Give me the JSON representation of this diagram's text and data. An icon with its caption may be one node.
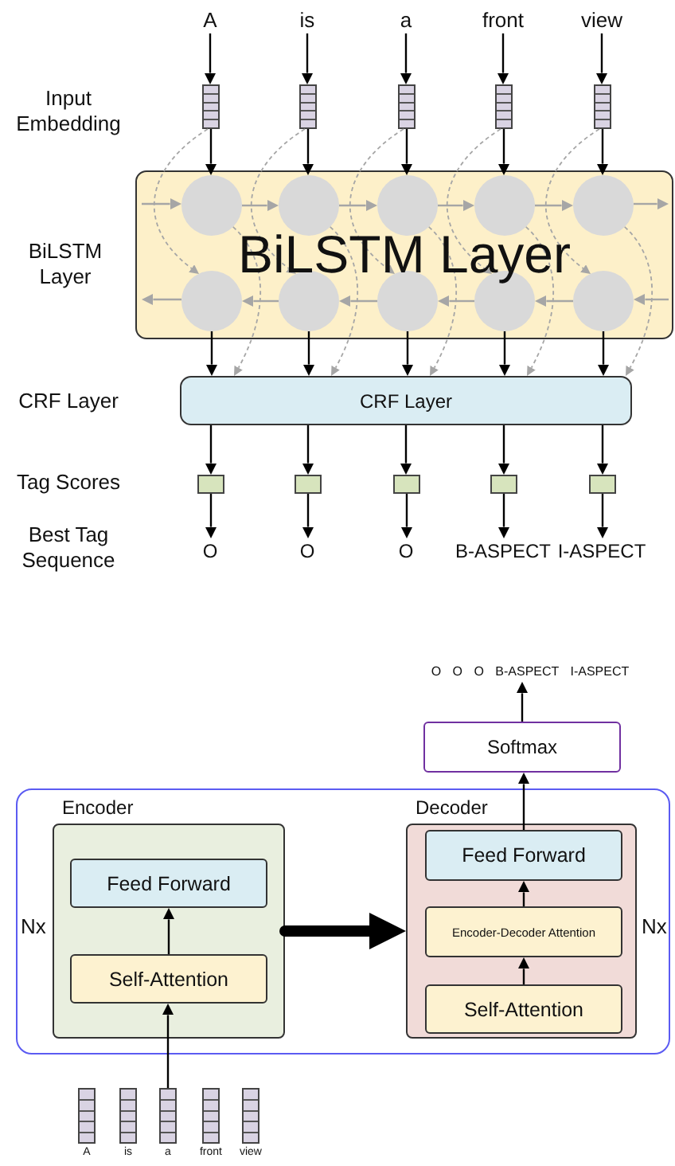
{
  "diagram": {
    "nodes": [
      {
        "text": [
          "A"
        ]
      },
      {
        "text": [
          "is"
        ]
      },
      {
        "text": [
          "a"
        ]
      },
      {
        "text": [
          "front"
        ]
      },
      {
        "text": [
          "view"
        ]
      },
      {
        "text": [],
        "shape": "bar"
      },
      {
        "text": [],
        "shape": "bar"
      },
      {
        "text": [],
        "shape": "bar"
      },
      {
        "text": [],
        "shape": "bar"
      },
      {
        "text": [],
        "shape": "bar"
      },
      {
        "text": [
          "BiLSTM Layer"
        ]
      },
      {
        "text": [],
        "shape": "circle",
        "in": 10
      },
      {
        "text": [],
        "shape": "circle",
        "in": 10
      },
      {
        "text": [],
        "shape": "circle",
        "in": 10
      },
      {
        "text": [],
        "shape": "circle",
        "in": 10
      },
      {
        "text": [],
        "shape": "circle",
        "in": 10
      },
      {
        "text": [],
        "shape": "circle",
        "in": 10
      },
      {
        "text": [],
        "shape": "circle",
        "in": 10
      },
      {
        "text": [],
        "shape": "circle",
        "in": 10
      },
      {
        "text": [],
        "shape": "circle",
        "in": 10
      },
      {
        "text": [],
        "shape": "circle",
        "in": 10
      },
      {
        "text": [
          "CRF Layer"
        ]
      },
      {
        "text": [],
        "shape": "box"
      },
      {
        "text": [],
        "shape": "box"
      },
      {
        "text": [],
        "shape": "box"
      },
      {
        "text": [],
        "shape": "box"
      },
      {
        "text": [],
        "shape": "box"
      },
      {
        "text": [
          "O"
        ]
      },
      {
        "text": [
          "O"
        ]
      },
      {
        "text": [
          "O"
        ]
      },
      {
        "text": [
          "B-ASPECT"
        ]
      },
      {
        "text": [
          "I-ASPECT"
        ]
      },
      {
        "text": [
          "O O O B-ASPECT I-ASPECT"
        ]
      },
      {
        "text": [
          "Softmax"
        ]
      },
      {
        "text": [],
        "shape": "box"
      },
      {
        "text": [
          "Encoder"
        ],
        "in": 34
      },
      {
        "text": [
          "Feed Forward"
        ],
        "in": 35
      },
      {
        "text": [
          "Self-Attention"
        ],
        "in": 35
      },
      {
        "text": [
          "Decoder"
        ],
        "in": 34
      },
      {
        "text": [
          "Feed Forward"
        ],
        "in": 38
      },
      {
        "text": [
          "Encoder-Decoder Attention"
        ],
        "in": 38
      },
      {
        "text": [
          "Self-Attention"
        ],
        "in": 38
      },
      {
        "text": [],
        "shape": "bar",
        "beside": [
          "A"
        ]
      },
      {
        "text": [],
        "shape": "bar",
        "beside": [
          "is"
        ]
      },
      {
        "text": [],
        "shape": "bar",
        "beside": [
          "a"
        ]
      },
      {
        "text": [],
        "shape": "bar",
        "beside": [
          "front"
        ]
      },
      {
        "text": [],
        "shape": "bar",
        "beside": [
          "view"
        ]
      }
    ],
    "edges": [
      {
        "from": 0,
        "to": 5,
        "arrow": "to"
      },
      {
        "from": 1,
        "to": 6,
        "arrow": "to"
      },
      {
        "from": 2,
        "to": 7,
        "arrow": "to"
      },
      {
        "from": 3,
        "to": 8,
        "arrow": "to"
      },
      {
        "from": 4,
        "to": 9,
        "arrow": "to"
      },
      {
        "from": 5,
        "to": 11,
        "arrow": "to"
      },
      {
        "from": 6,
        "to": 12,
        "arrow": "to"
      },
      {
        "from": 7,
        "to": 13,
        "arrow": "to"
      },
      {
        "from": 8,
        "to": 14,
        "arrow": "to"
      },
      {
        "from": 9,
        "to": 15,
        "arrow": "to"
      },
      {
        "from": 5,
        "to": 16,
        "arrow": "to",
        "style": "dashed",
        "color": "#a6a6a6"
      },
      {
        "from": 6,
        "to": 17,
        "arrow": "to",
        "style": "dashed",
        "color": "#a6a6a6"
      },
      {
        "from": 7,
        "to": 18,
        "arrow": "to",
        "style": "dashed",
        "color": "#a6a6a6"
      },
      {
        "from": 8,
        "to": 19,
        "arrow": "to",
        "style": "dashed",
        "color": "#a6a6a6"
      },
      {
        "from": 9,
        "to": 20,
        "arrow": "to",
        "style": "dashed",
        "color": "#a6a6a6"
      },
      {
        "from": null,
        "to": 11,
        "arrow": "to",
        "color": "#a6a6a6"
      },
      {
        "from": 11,
        "to": 12,
        "arrow": "to",
        "color": "#a6a6a6"
      },
      {
        "from": 12,
        "to": 13,
        "arrow": "to",
        "color": "#a6a6a6"
      },
      {
        "from": 13,
        "to": 14,
        "arrow": "to",
        "color": "#a6a6a6"
      },
      {
        "from": 14,
        "to": 15,
        "arrow": "to",
        "color": "#a6a6a6"
      },
      {
        "from": 15,
        "to": null,
        "arrow": "to",
        "color": "#a6a6a6"
      },
      {
        "from": null,
        "to": 20,
        "arrow": "to",
        "color": "#a6a6a6"
      },
      {
        "from": 20,
        "to": 19,
        "arrow": "to",
        "color": "#a6a6a6"
      },
      {
        "from": 19,
        "to": 18,
        "arrow": "to",
        "color": "#a6a6a6"
      },
      {
        "from": 18,
        "to": 17,
        "arrow": "to",
        "color": "#a6a6a6"
      },
      {
        "from": 17,
        "to": 16,
        "arrow": "to",
        "color": "#a6a6a6"
      },
      {
        "from": 16,
        "to": null,
        "arrow": "to",
        "color": "#a6a6a6"
      },
      {
        "from": 16,
        "to": 21,
        "arrow": "to"
      },
      {
        "from": 17,
        "to": 21,
        "arrow": "to"
      },
      {
        "from": 18,
        "to": 21,
        "arrow": "to"
      },
      {
        "from": 19,
        "to": 21,
        "arrow": "to"
      },
      {
        "from": 20,
        "to": 21,
        "arrow": "to"
      },
      {
        "from": 11,
        "to": 21,
        "arrow": "to",
        "style": "dashed",
        "color": "#a6a6a6"
      },
      {
        "from": 12,
        "to": 21,
        "arrow": "to",
        "style": "dashed",
        "color": "#a6a6a6"
      },
      {
        "from": 13,
        "to": 21,
        "arrow": "to",
        "style": "dashed",
        "color": "#a6a6a6"
      },
      {
        "from": 14,
        "to": 21,
        "arrow": "to",
        "style": "dashed",
        "color": "#a6a6a6"
      },
      {
        "from": 15,
        "to": 21,
        "arrow": "to",
        "style": "dashed",
        "color": "#a6a6a6"
      },
      {
        "from": 21,
        "to": 22,
        "arrow": "to"
      },
      {
        "from": 21,
        "to": 23,
        "arrow": "to"
      },
      {
        "from": 21,
        "to": 24,
        "arrow": "to"
      },
      {
        "from": 21,
        "to": 25,
        "arrow": "to"
      },
      {
        "from": 21,
        "to": 26,
        "arrow": "to"
      },
      {
        "from": 22,
        "to": 27,
        "arrow": "to"
      },
      {
        "from": 23,
        "to": 28,
        "arrow": "to"
      },
      {
        "from": 24,
        "to": 29,
        "arrow": "to"
      },
      {
        "from": 25,
        "to": 30,
        "arrow": "to"
      },
      {
        "from": 26,
        "to": 31,
        "arrow": "to"
      },
      {
        "from": 37,
        "to": 36,
        "arrow": "to"
      },
      {
        "from": 44,
        "to": 37,
        "arrow": "to"
      },
      {
        "from": 35,
        "to": 38,
        "arrow": "to",
        "style": "thick"
      },
      {
        "from": 41,
        "to": 40,
        "arrow": "to"
      },
      {
        "from": 40,
        "to": 39,
        "arrow": "to"
      },
      {
        "from": 39,
        "to": 33,
        "arrow": "to"
      },
      {
        "from": 33,
        "to": 32,
        "arrow": "to"
      }
    ],
    "labels": [
      "Input Embedding",
      "BiLSTM Layer",
      "CRF Layer",
      "Tag Scores",
      "Best Tag Sequence",
      "Nx",
      "Nx"
    ]
  }
}
